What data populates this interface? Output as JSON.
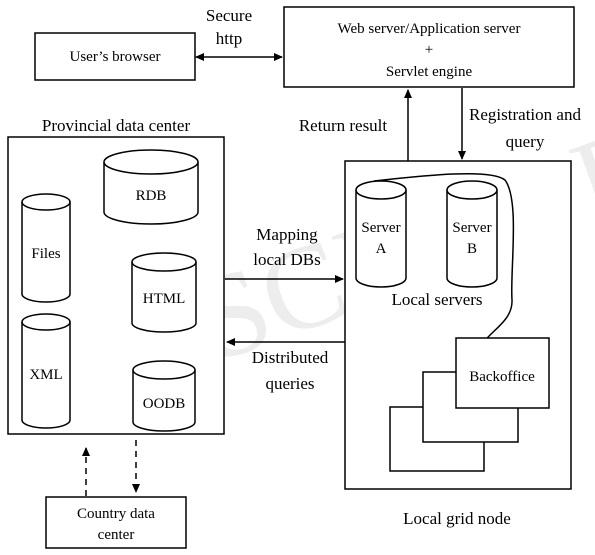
{
  "browser": {
    "label": "User’s browser"
  },
  "secure_http": {
    "line1": "Secure",
    "line2": "http"
  },
  "web_server": {
    "line1": "Web server/Application server",
    "line2": "+",
    "line3": "Servlet engine"
  },
  "return_result": "Return result",
  "registration": {
    "line1": "Registration and",
    "line2": "query"
  },
  "provincial": {
    "title": "Provincial data center",
    "db": {
      "rdb": "RDB",
      "files": "Files",
      "html": "HTML",
      "xml": "XML",
      "oodb": "OODB"
    }
  },
  "mapping": {
    "line1": "Mapping",
    "line2": "local DBs"
  },
  "distributed": {
    "line1": "Distributed",
    "line2": "queries"
  },
  "grid": {
    "server_a": {
      "line1": "Server",
      "line2": "A"
    },
    "server_b": {
      "line1": "Server",
      "line2": "B"
    },
    "local_servers": "Local servers",
    "backoffice": "Backoffice",
    "caption": "Local grid node"
  },
  "country": {
    "line1": "Country data",
    "line2": "center"
  }
}
